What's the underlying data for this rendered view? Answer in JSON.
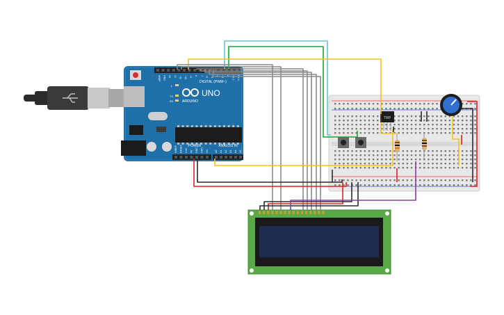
{
  "arduino": {
    "logo": "UNO",
    "brand": "ARDUINO",
    "digital_header": "DIGITAL (PWM~)",
    "power_header": "POWER",
    "analog_header": "ANALOG IN",
    "tx": "TX",
    "rx": "RX",
    "l": "L",
    "pins_digital": [
      "AREF",
      "GND",
      "13",
      "12",
      "~11",
      "~10",
      "~9",
      "8",
      "7",
      "~6",
      "~5",
      "4",
      "~3",
      "2",
      "TX 1",
      "RX 0"
    ],
    "pins_power": [
      "IOREF",
      "RESET",
      "3.3V",
      "5V",
      "GND",
      "GND",
      "Vin"
    ],
    "pins_analog": [
      "A0",
      "A1",
      "A2",
      "A3",
      "A4",
      "A5"
    ]
  },
  "sensor": {
    "label": "TMP"
  },
  "colors": {
    "board": "#1f6fa8",
    "breadboard": "#e8e8e8",
    "lcd_pcb": "#5aa848",
    "lcd_screen": "#1d2b4f",
    "wire_yellow": "#f2c21b",
    "wire_red": "#e02020",
    "wire_gray": "#8a8a8a",
    "wire_black": "#2a2a2a",
    "wire_green": "#1fa23a",
    "wire_cyan": "#62c3d9",
    "wire_purple": "#8a3fa0"
  }
}
